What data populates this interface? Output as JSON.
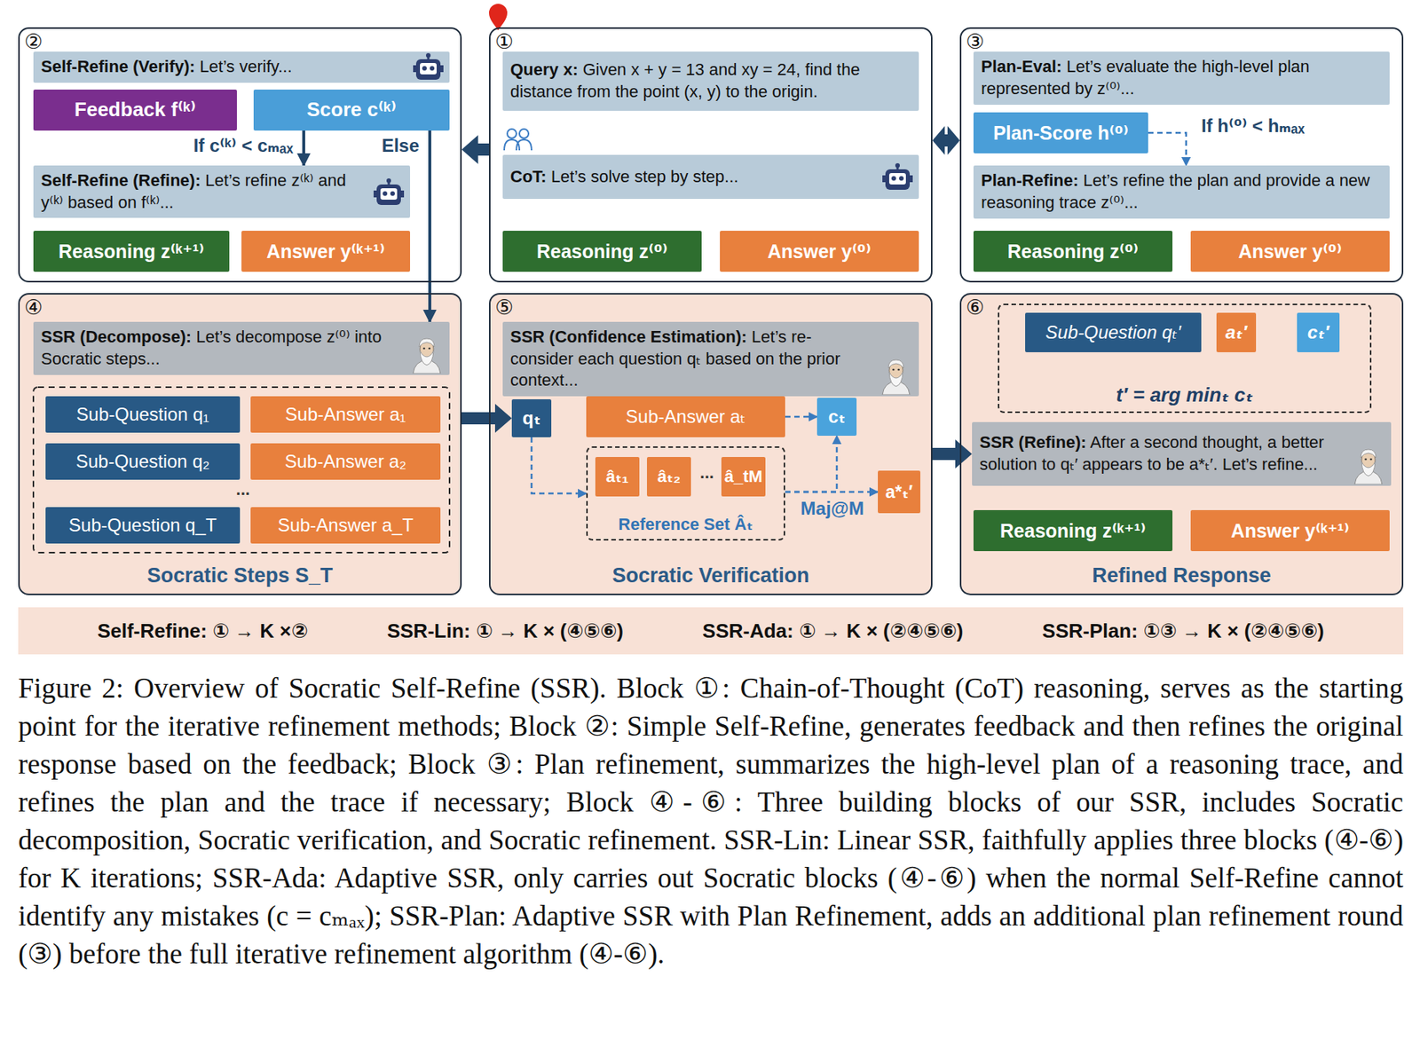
{
  "diagram": {
    "caption": "Figure 2: Overview of Socratic Self-Refine (SSR). Block ①: Chain-of-Thought (CoT) reasoning, serves as the starting point for the iterative refinement methods; Block ②: Simple Self-Refine, generates feedback and then refines the original response based on the feedback; Block ③: Plan refinement, summarizes the high-level plan of a reasoning trace, and refines the plan and the trace if necessary; Block ④-⑥: Three building blocks of our SSR, includes Socratic decomposition, Socratic verification, and Socratic refinement. SSR-Lin: Linear SSR, faithfully applies three blocks (④-⑥) for K iterations; SSR-Ada: Adaptive SSR, only carries out Socratic blocks (④-⑥) when the normal Self-Refine cannot identify any mistakes (c = cₘₐₓ); SSR-Plan: Adaptive SSR with Plan Refinement, adds an additional plan refinement round (③) before the full iterative refinement algorithm (④-⑥).",
    "nodes": [
      {
        "text": [
          "②"
        ]
      },
      {
        "text": [
          "Self-Refine (Verify): Let’s verify..."
        ],
        "in": 0
      },
      {
        "text": [
          "Feedback f⁽ᵏ⁾"
        ],
        "in": 0
      },
      {
        "text": [
          "Score c⁽ᵏ⁾"
        ],
        "in": 0
      },
      {
        "text": [
          "Self-Refine (Refine): Let’s refine z⁽ᵏ⁾ and y⁽ᵏ⁾ based on f⁽ᵏ⁾..."
        ],
        "in": 0
      },
      {
        "text": [
          "Reasoning z⁽ᵏ⁺¹⁾"
        ],
        "in": 0
      },
      {
        "text": [
          "Answer y⁽ᵏ⁺¹⁾"
        ],
        "in": 0
      },
      {
        "text": [
          "①"
        ]
      },
      {
        "text": [
          "Query x: Given x + y = 13 and xy = 24, find the distance from the point (x, y) to the origin."
        ],
        "in": 7
      },
      {
        "text": [
          "CoT: Let’s solve step by step..."
        ],
        "in": 7
      },
      {
        "text": [
          "Reasoning z⁽⁰⁾"
        ],
        "in": 7
      },
      {
        "text": [
          "Answer y⁽⁰⁾"
        ],
        "in": 7
      },
      {
        "text": [
          "③"
        ]
      },
      {
        "text": [
          "Plan-Eval: Let’s evaluate the high-level plan represented by z⁽⁰⁾..."
        ],
        "in": 12
      },
      {
        "text": [
          "Plan-Score h⁽⁰⁾"
        ],
        "in": 12
      },
      {
        "text": [
          "Plan-Refine: Let’s refine the plan and provide a new reasoning trace z⁽⁰⁾..."
        ],
        "in": 12
      },
      {
        "text": [
          "Reasoning z⁽⁰⁾"
        ],
        "in": 12
      },
      {
        "text": [
          "Answer y⁽⁰⁾"
        ],
        "in": 12
      },
      {
        "text": [
          "④",
          "Socratic Steps S_T"
        ]
      },
      {
        "text": [
          "SSR (Decompose): Let’s decompose z⁽⁰⁾ into Socratic steps..."
        ],
        "in": 18
      },
      {
        "text": [
          "Sub-Question q₁"
        ],
        "in": 18
      },
      {
        "text": [
          "Sub-Answer a₁"
        ],
        "in": 18
      },
      {
        "text": [
          "Sub-Question q₂"
        ],
        "in": 18
      },
      {
        "text": [
          "Sub-Answer a₂"
        ],
        "in": 18
      },
      {
        "text": [
          "Sub-Question q_T"
        ],
        "in": 18
      },
      {
        "text": [
          "Sub-Answer a_T"
        ],
        "in": 18
      },
      {
        "text": [
          "⑤",
          "Socratic Verification"
        ]
      },
      {
        "text": [
          "SSR (Confidence Estimation): Let’s re-consider each question qₜ based on the prior context..."
        ],
        "in": 26
      },
      {
        "text": [
          "qₜ"
        ],
        "in": 26
      },
      {
        "text": [
          "Sub-Answer aₜ"
        ],
        "in": 26
      },
      {
        "text": [
          "cₜ"
        ],
        "in": 26
      },
      {
        "text": [
          "Reference Set Âₜ"
        ],
        "in": 26
      },
      {
        "text": [
          "âₜ₁"
        ],
        "in": 31
      },
      {
        "text": [
          "âₜ₂"
        ],
        "in": 31
      },
      {
        "text": [
          "â_tM"
        ],
        "in": 31
      },
      {
        "text": [
          "a*ₜ′"
        ],
        "in": 26
      },
      {
        "text": [
          "⑥",
          "Refined Response"
        ]
      },
      {
        "text": [
          "t′ = arg minₜ cₜ"
        ],
        "in": 36
      },
      {
        "text": [
          "Sub-Question qₜ′"
        ],
        "in": 37
      },
      {
        "text": [
          "aₜ′"
        ],
        "in": 37
      },
      {
        "text": [
          "cₜ′"
        ],
        "in": 37
      },
      {
        "text": [
          "SSR (Refine): After a second thought, a better solution to qₜ′ appears to be a*ₜ′. Let’s refine..."
        ],
        "in": 36
      },
      {
        "text": [
          "Reasoning z⁽ᵏ⁺¹⁾"
        ],
        "in": 36
      },
      {
        "text": [
          "Answer y⁽ᵏ⁺¹⁾"
        ],
        "in": 36
      },
      {
        "text": [
          "Self-Refine: ① → K ×②",
          "SSR-Lin: ① → K × (④⑤⑥)",
          "SSR-Ada: ① → K × (②④⑤⑥)",
          "SSR-Plan: ①③ → K × (②④⑤⑥)"
        ]
      }
    ],
    "edges": [
      {
        "from": 7,
        "to": 0,
        "arrow": "to"
      },
      {
        "from": 7,
        "to": 12,
        "arrow": "both"
      },
      {
        "from": 3,
        "to": 4,
        "label": "If c⁽ᵏ⁾ < cₘₐₓ",
        "arrow": "to"
      },
      {
        "from": 3,
        "to": 19,
        "label": "Else",
        "arrow": "to"
      },
      {
        "from": 14,
        "to": 15,
        "label": "If h⁽⁰⁾ < hₘₐₓ",
        "arrow": "to"
      },
      {
        "from": 18,
        "to": 28,
        "arrow": "to"
      },
      {
        "from": 28,
        "to": 31,
        "arrow": "to"
      },
      {
        "from": 29,
        "to": 30,
        "arrow": "to"
      },
      {
        "from": 31,
        "to": 30,
        "arrow": "to"
      },
      {
        "from": 31,
        "to": 35,
        "label": "Maj@M",
        "arrow": "to"
      },
      {
        "from": 26,
        "to": 41,
        "arrow": "to"
      }
    ],
    "labels": [
      "...",
      "..."
    ]
  }
}
